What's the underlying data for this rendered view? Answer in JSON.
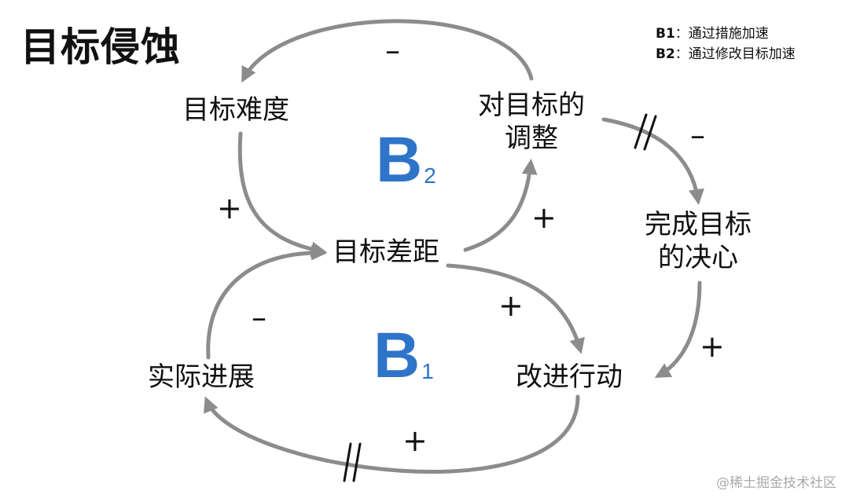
{
  "title": "目标侵蚀",
  "legend": [
    {
      "key": "B1",
      "sep": "：",
      "text": "通过措施加速"
    },
    {
      "key": "B2",
      "sep": "：",
      "text": "通过修改目标加速"
    }
  ],
  "nodes": {
    "goal_difficulty": "目标难度",
    "goal_adjust_line1": "对目标的",
    "goal_adjust_line2": "调整",
    "goal_gap": "目标差距",
    "resolve_line1": "完成目标",
    "resolve_line2": "的决心",
    "actual_progress": "实际进展",
    "improve_action": "改进行动"
  },
  "loops": {
    "b1": {
      "letter": "B",
      "sub": "1"
    },
    "b2": {
      "letter": "B",
      "sub": "2"
    }
  },
  "signs": {
    "adjust_to_difficulty": "–",
    "difficulty_to_gap": "+",
    "gap_to_adjust": "+",
    "adjust_to_resolve": "–",
    "resolve_to_action": "+",
    "gap_to_action": "+",
    "progress_to_gap": "–",
    "action_to_progress": "+"
  },
  "colors": {
    "arrow": "#8c8c8c",
    "loop_label": "#2e74c9"
  },
  "watermark": "@稀土掘金技术社区"
}
